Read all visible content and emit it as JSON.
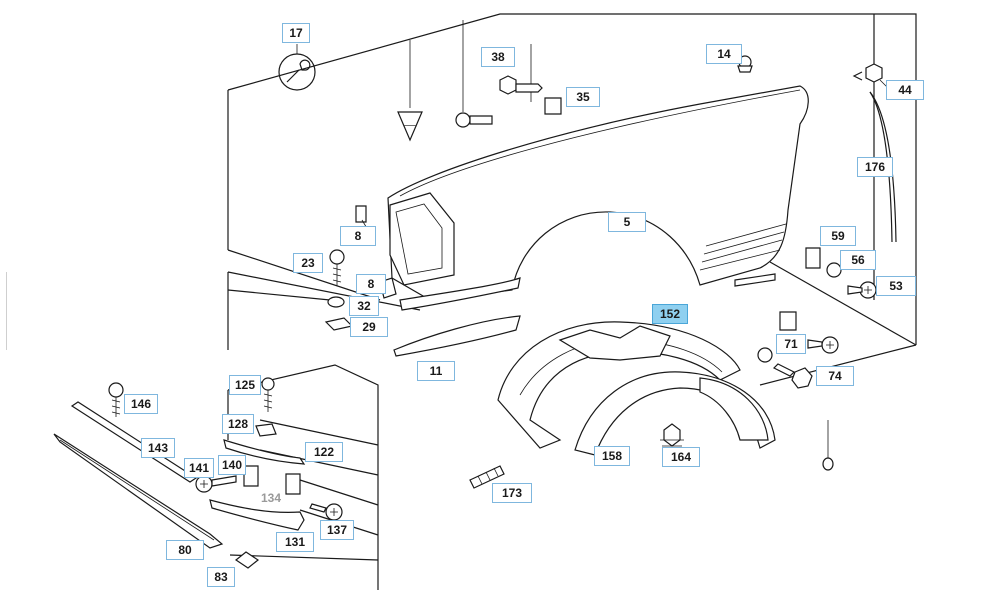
{
  "diagram": {
    "callouts": {
      "c17": "17",
      "c38": "38",
      "c35": "35",
      "c14": "14",
      "c44": "44",
      "c176": "176",
      "c5": "5",
      "c8a": "8",
      "c8b": "8",
      "c23": "23",
      "c32": "32",
      "c29": "29",
      "c59": "59",
      "c56": "56",
      "c53": "53",
      "c152": "152",
      "c71": "71",
      "c74": "74",
      "c11": "11",
      "c125": "125",
      "c146": "146",
      "c128": "128",
      "c143": "143",
      "c122": "122",
      "c141": "141",
      "c140": "140",
      "c134": "134",
      "c137": "137",
      "c158": "158",
      "c164": "164",
      "c173": "173",
      "c80": "80",
      "c131": "131",
      "c83": "83"
    },
    "selected": "152",
    "colors": {
      "callout_border": "#7fb7de",
      "selected_fill": "#8fd0f0",
      "line": "#1a1a1a",
      "dim_text": "#9a9a9a"
    }
  }
}
